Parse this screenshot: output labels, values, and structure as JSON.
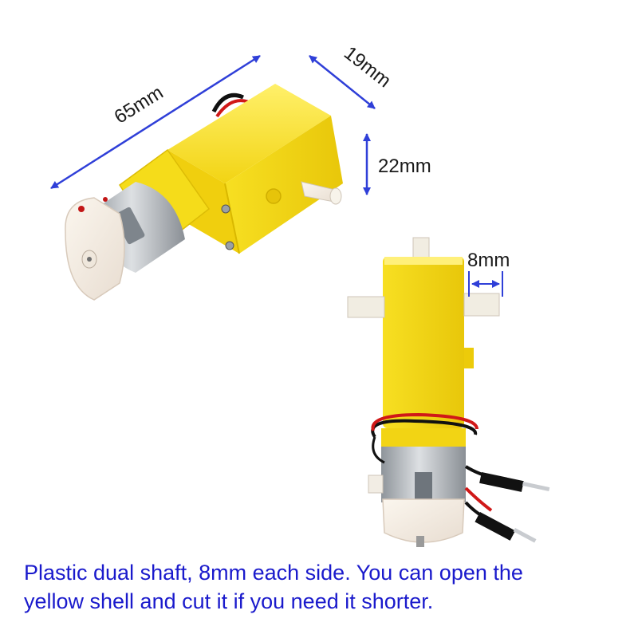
{
  "dimensions": {
    "length": "65mm",
    "width": "19mm",
    "height": "22mm",
    "shaft": "8mm"
  },
  "caption": {
    "line1": "Plastic dual shaft, 8mm each side. You can open the",
    "line2": "yellow shell and cut it if you need it shorter."
  },
  "colors": {
    "dimension_arrow": "#2f3fd8",
    "dimension_text": "#1a1a1a",
    "caption_text": "#1a1acc",
    "gearbox_yellow": "#f5dc1a",
    "shaft_white": "#f1ede2",
    "motor_can": "#b9bdc2"
  }
}
